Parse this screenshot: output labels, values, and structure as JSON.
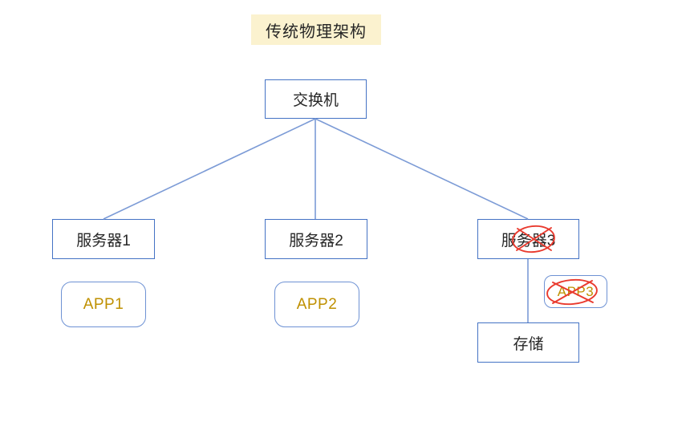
{
  "title": {
    "text": "传统物理架构"
  },
  "nodes": {
    "switch": {
      "label": "交换机"
    },
    "server1": {
      "label": "服务器1"
    },
    "server2": {
      "label": "服务器2"
    },
    "server3": {
      "label": "服务器3"
    },
    "app1": {
      "label": "APP1"
    },
    "app2": {
      "label": "APP2"
    },
    "app3": {
      "label": "APP3"
    },
    "storage": {
      "label": "存储"
    }
  },
  "connections": [
    {
      "from": "switch",
      "to": "server1"
    },
    {
      "from": "switch",
      "to": "server2"
    },
    {
      "from": "switch",
      "to": "server3"
    },
    {
      "from": "server3",
      "to": "storage"
    }
  ],
  "annotations": [
    {
      "target": "server3",
      "type": "crossed-out-scribble"
    },
    {
      "target": "app3",
      "type": "crossed-out-scribble"
    }
  ],
  "colors": {
    "title_background": "#FBF2CF",
    "box_border": "#4472C4",
    "app_box_border": "#6E92D4",
    "connector_line": "#7C9BD6",
    "app_text": "#BF9000",
    "annotation_red": "#E93A2E",
    "label_text": "#262626",
    "page_background": "#FFFFFF"
  }
}
